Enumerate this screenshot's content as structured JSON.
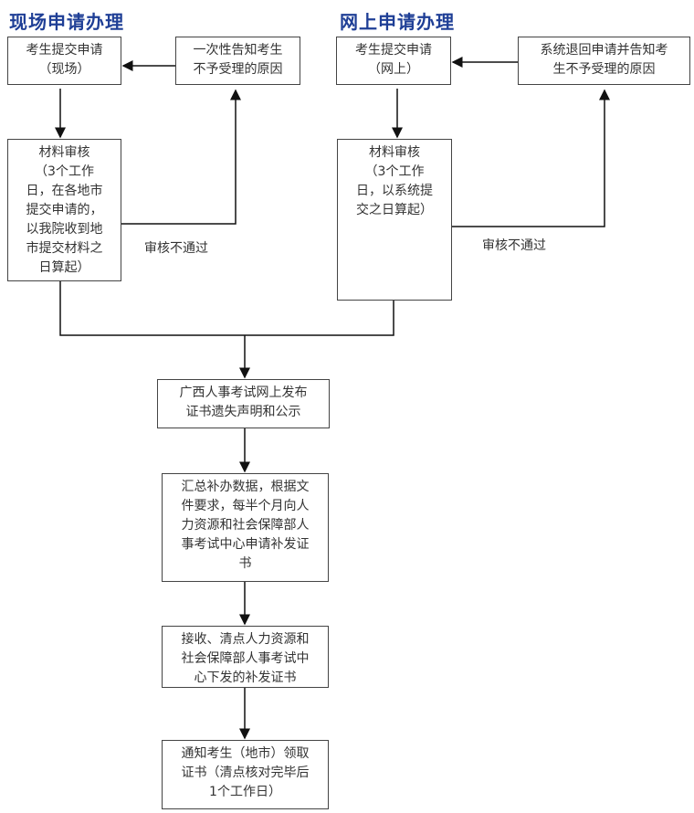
{
  "onsite": {
    "title": "现场申请办理",
    "submit": "考生提交申请\n（现场）",
    "notify": "一次性告知考生\n不予受理的原因",
    "review": "材料审核\n（3个工作\n日，在各地市\n提交申请的，\n以我院收到地\n市提交材料之\n日算起）",
    "reject_label": "审核不通过"
  },
  "online": {
    "title": "网上申请办理",
    "submit": "考生提交申请\n（网上）",
    "notify": "系统退回申请并告知考\n生不予受理的原因",
    "review": "材料审核\n（3个工作\n日，以系统提\n交之日算起）",
    "reject_label": "审核不通过"
  },
  "steps": [
    "广西人事考试网上发布\n证书遗失声明和公示",
    "汇总补办数据，根据文\n件要求，每半个月向人\n力资源和社会保障部人\n事考试中心申请补发证\n书",
    "接收、清点人力资源和\n社会保障部人事考试中\n心下发的补发证书",
    "通知考生（地市）领取\n证书（清点核对完毕后\n1个工作日）"
  ]
}
